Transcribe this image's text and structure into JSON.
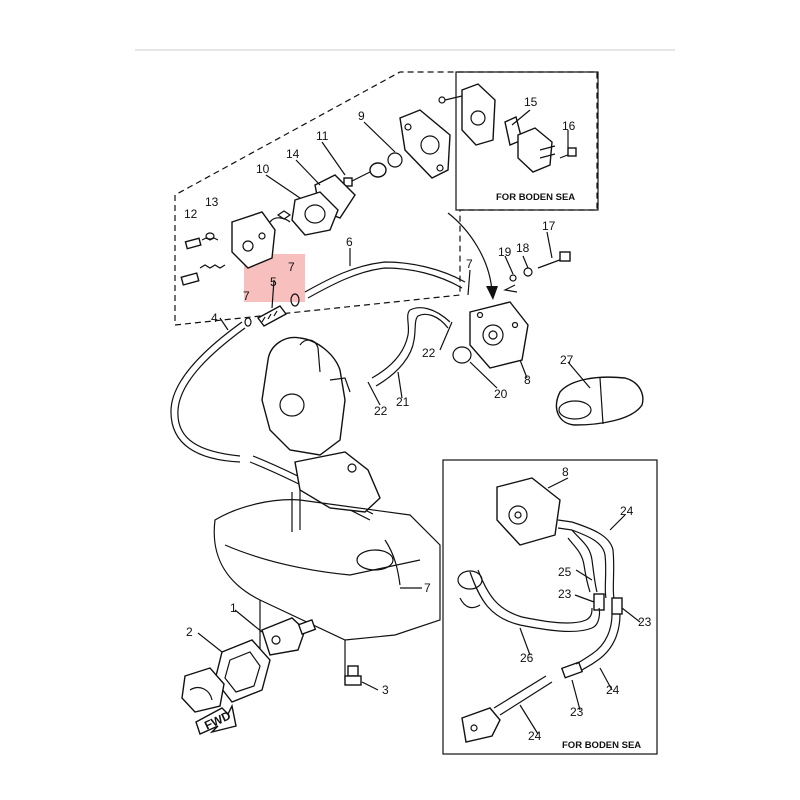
{
  "diagram": {
    "callouts": {
      "c1": "1",
      "c2": "2",
      "c3": "3",
      "c4": "4",
      "c5": "5",
      "c6": "6",
      "c7a": "7",
      "c7b": "7",
      "c7c": "7",
      "c7d": "7",
      "c8a": "8",
      "c8b": "8",
      "c9": "9",
      "c10": "10",
      "c11": "11",
      "c12": "12",
      "c13": "13",
      "c14": "14",
      "c15": "15",
      "c16": "16",
      "c17": "17",
      "c18": "18",
      "c19": "19",
      "c20": "20",
      "c21": "21",
      "c22a": "22",
      "c22b": "22",
      "c23a": "23",
      "c23b": "23",
      "c23c": "23",
      "c24a": "24",
      "c24b": "24",
      "c24c": "24",
      "c25": "25",
      "c26": "26",
      "c27": "27"
    },
    "inset_caption_top": "FOR BODEN SEA",
    "inset_caption_bottom": "FOR BODEN SEA",
    "fwd_label": "FWD",
    "highlight_color": "#f4a9a8"
  }
}
